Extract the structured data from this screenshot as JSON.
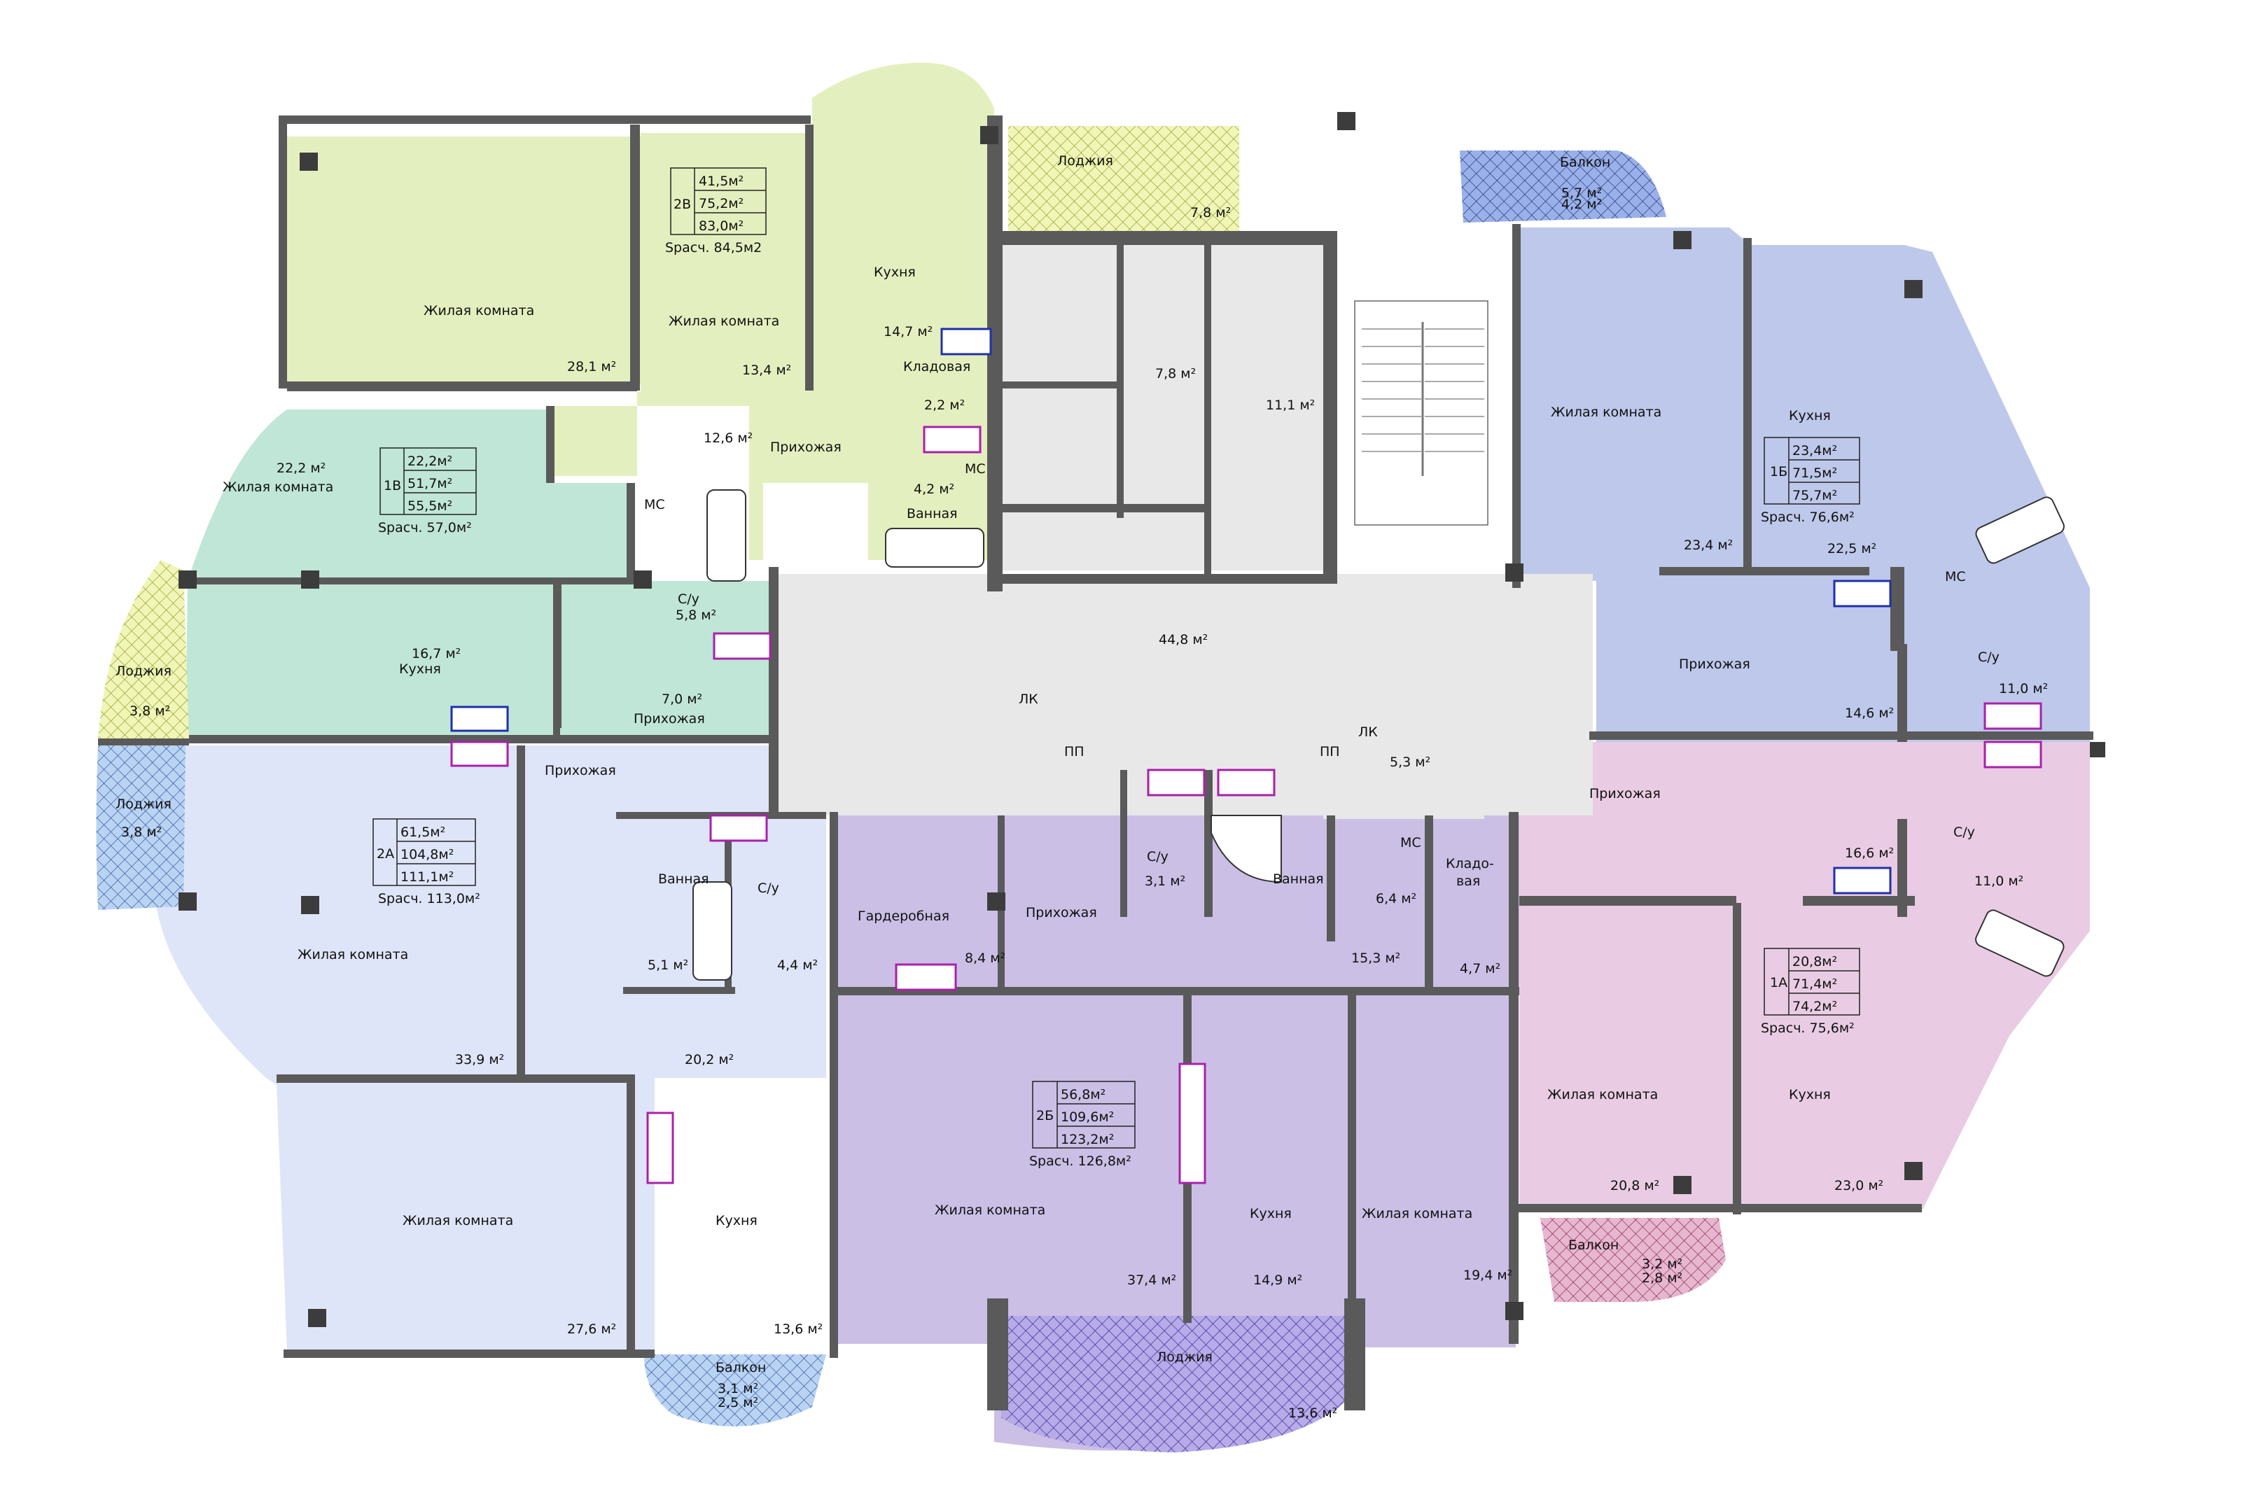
{
  "apartments": {
    "a2V": {
      "code": "2В",
      "living": "41,5м²",
      "total": "75,2м²",
      "total2": "83,0м²",
      "calc": "Sрасч. 84,5м2"
    },
    "a1V": {
      "code": "1В",
      "living": "22,2м²",
      "total": "51,7м²",
      "total2": "55,5м²",
      "calc": "Sрасч. 57,0м²"
    },
    "a2A": {
      "code": "2А",
      "living": "61,5м²",
      "total": "104,8м²",
      "total2": "111,1м²",
      "calc": "Sрасч. 113,0м²"
    },
    "a2B": {
      "code": "2Б",
      "living": "56,8м²",
      "total": "109,6м²",
      "total2": "123,2м²",
      "calc": "Sрасч. 126,8м²"
    },
    "a1B": {
      "code": "1Б",
      "living": "23,4м²",
      "total": "71,5м²",
      "total2": "75,7м²",
      "calc": "Sрасч. 76,6м²"
    },
    "a1A": {
      "code": "1А",
      "living": "20,8м²",
      "total": "71,4м²",
      "total2": "74,2м²",
      "calc": "Sрасч. 75,6м²"
    }
  },
  "rooms": {
    "r2v_big": {
      "name": "Жилая комната",
      "area": "28,1 м²"
    },
    "r2v_small": {
      "name": "Жилая комната",
      "area": "13,4 м²"
    },
    "r2v_kitchen": {
      "name": "Кухня",
      "area": "14,7 м²"
    },
    "r2v_hall": {
      "name": "Прихожая",
      "area": "12,6 м²"
    },
    "r2v_store": {
      "name": "Кладовая",
      "area": "2,2 м²"
    },
    "r2v_bath": {
      "name": "Ванная",
      "area": "4,2 м²"
    },
    "r2v_loggia": {
      "name": "Лоджия",
      "area": "7,8 м²"
    },
    "r1v_living": {
      "name": "Жилая комната",
      "area": "22,2 м²"
    },
    "r1v_kitchen": {
      "name": "Кухня",
      "area": "16,7 м²"
    },
    "r1v_wc": {
      "name": "С/у",
      "area": "5,8 м²"
    },
    "r1v_hall": {
      "name": "Прихожая",
      "area": "7,0 м²"
    },
    "r1v_loggia": {
      "name": "Лоджия",
      "area": "3,8 м²"
    },
    "r2a_loggia": {
      "name": "Лоджия",
      "area": "3,8 м²"
    },
    "r2a_hall": {
      "name": "Прихожая",
      "area": "20,2 м²"
    },
    "r2a_living": {
      "name": "Жилая комната",
      "area": "33,9 м²"
    },
    "r2a_bath": {
      "name": "Ванная",
      "area": "5,1 м²"
    },
    "r2a_wc": {
      "name": "С/у",
      "area": "4,4 м²"
    },
    "r2a_room2": {
      "name": "Жилая комната",
      "area": "27,6 м²"
    },
    "r2a_kitchen": {
      "name": "Кухня",
      "area": "13,6 м²"
    },
    "r2a_balcony": {
      "name": "Балкон",
      "area": "3,1 м²",
      "area2": "2,5 м²"
    },
    "r2b_ward": {
      "name": "Гардеробная",
      "area": "8,4 м²"
    },
    "r2b_hall": {
      "name": "Прихожая",
      "area": "15,3 м²"
    },
    "r2b_wc": {
      "name": "С/у",
      "area": "3,1 м²"
    },
    "r2b_bath": {
      "name": "Ванная",
      "area": "6,4 м²"
    },
    "r2b_store": {
      "name": "Кладо-\nвая",
      "line1": "Кладо-",
      "line2": "вая",
      "area": "4,7 м²"
    },
    "r2b_living": {
      "name": "Жилая комната",
      "area": "37,4 м²"
    },
    "r2b_kitchen": {
      "name": "Кухня",
      "area": "14,9 м²"
    },
    "r2b_room2": {
      "name": "Жилая комната",
      "area": "19,4 м²"
    },
    "r2b_loggia": {
      "name": "Лоджия",
      "area": "13,6 м²"
    },
    "r1b_balcony": {
      "name": "Балкон",
      "area": "5,7 м²",
      "area2": "4,2 м²"
    },
    "r1b_living": {
      "name": "Жилая комната",
      "area": "23,4 м²"
    },
    "r1b_kitchen": {
      "name": "Кухня",
      "area": "22,5 м²"
    },
    "r1b_hall": {
      "name": "Прихожая",
      "area": "14,6 м²"
    },
    "r1b_wc": {
      "name": "С/у",
      "area": "11,0 м²"
    },
    "r1a_hall": {
      "name": "Прихожая",
      "area": "16,6 м²"
    },
    "r1a_wc": {
      "name": "С/у",
      "area": "11,0 м²"
    },
    "r1a_living": {
      "name": "Жилая комната",
      "area": "20,8 м²"
    },
    "r1a_kitchen": {
      "name": "Кухня",
      "area": "23,0 м²"
    },
    "r1a_balcony": {
      "name": "Балкон",
      "area": "3,2 м²",
      "area2": "2,8 м²"
    },
    "core_corridor": {
      "area": "44,8 м²"
    },
    "core_lift1": {
      "area": "7,8 м²"
    },
    "core_lift2": {
      "area": "11,1 м²"
    },
    "core_small": {
      "area": "5,3 м²"
    }
  },
  "marks": {
    "lk1": "ЛК",
    "lk2": "ЛК",
    "mc": "МС",
    "pp": "ПП"
  },
  "colors": {
    "apt2V": "#e4efbf",
    "apt1V": "#bfe6d6",
    "apt2A": "#dfe5f8",
    "apt2B": "#cbbfe6",
    "apt1B": "#bdc8ea",
    "apt1A": "#e9cce3",
    "core": "#e8e8e8",
    "loggia_green": "#eef2a6",
    "loggia_blue": "#aac8f0",
    "loggia_purple": "#7b63d6",
    "balcony_pink": "#d27fa8"
  }
}
